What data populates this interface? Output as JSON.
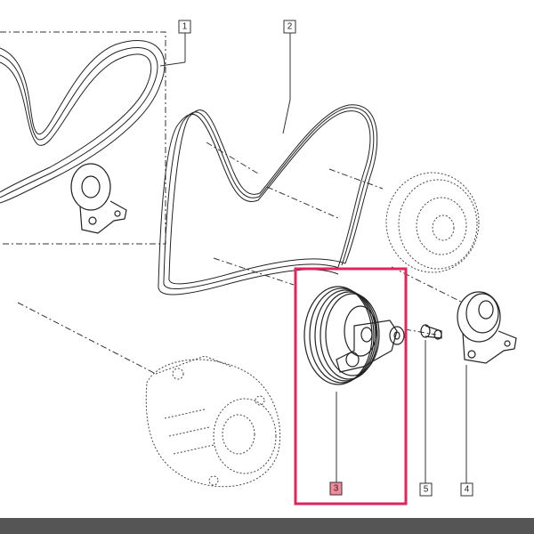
{
  "callouts": {
    "c1": "1",
    "c2": "2",
    "c3": "3",
    "c4": "4",
    "c5": "5"
  },
  "highlight": {
    "part_number": "3",
    "color": "#e0245e",
    "label_fill": "#f28a9a"
  },
  "footer": {
    "color": "#555555"
  }
}
